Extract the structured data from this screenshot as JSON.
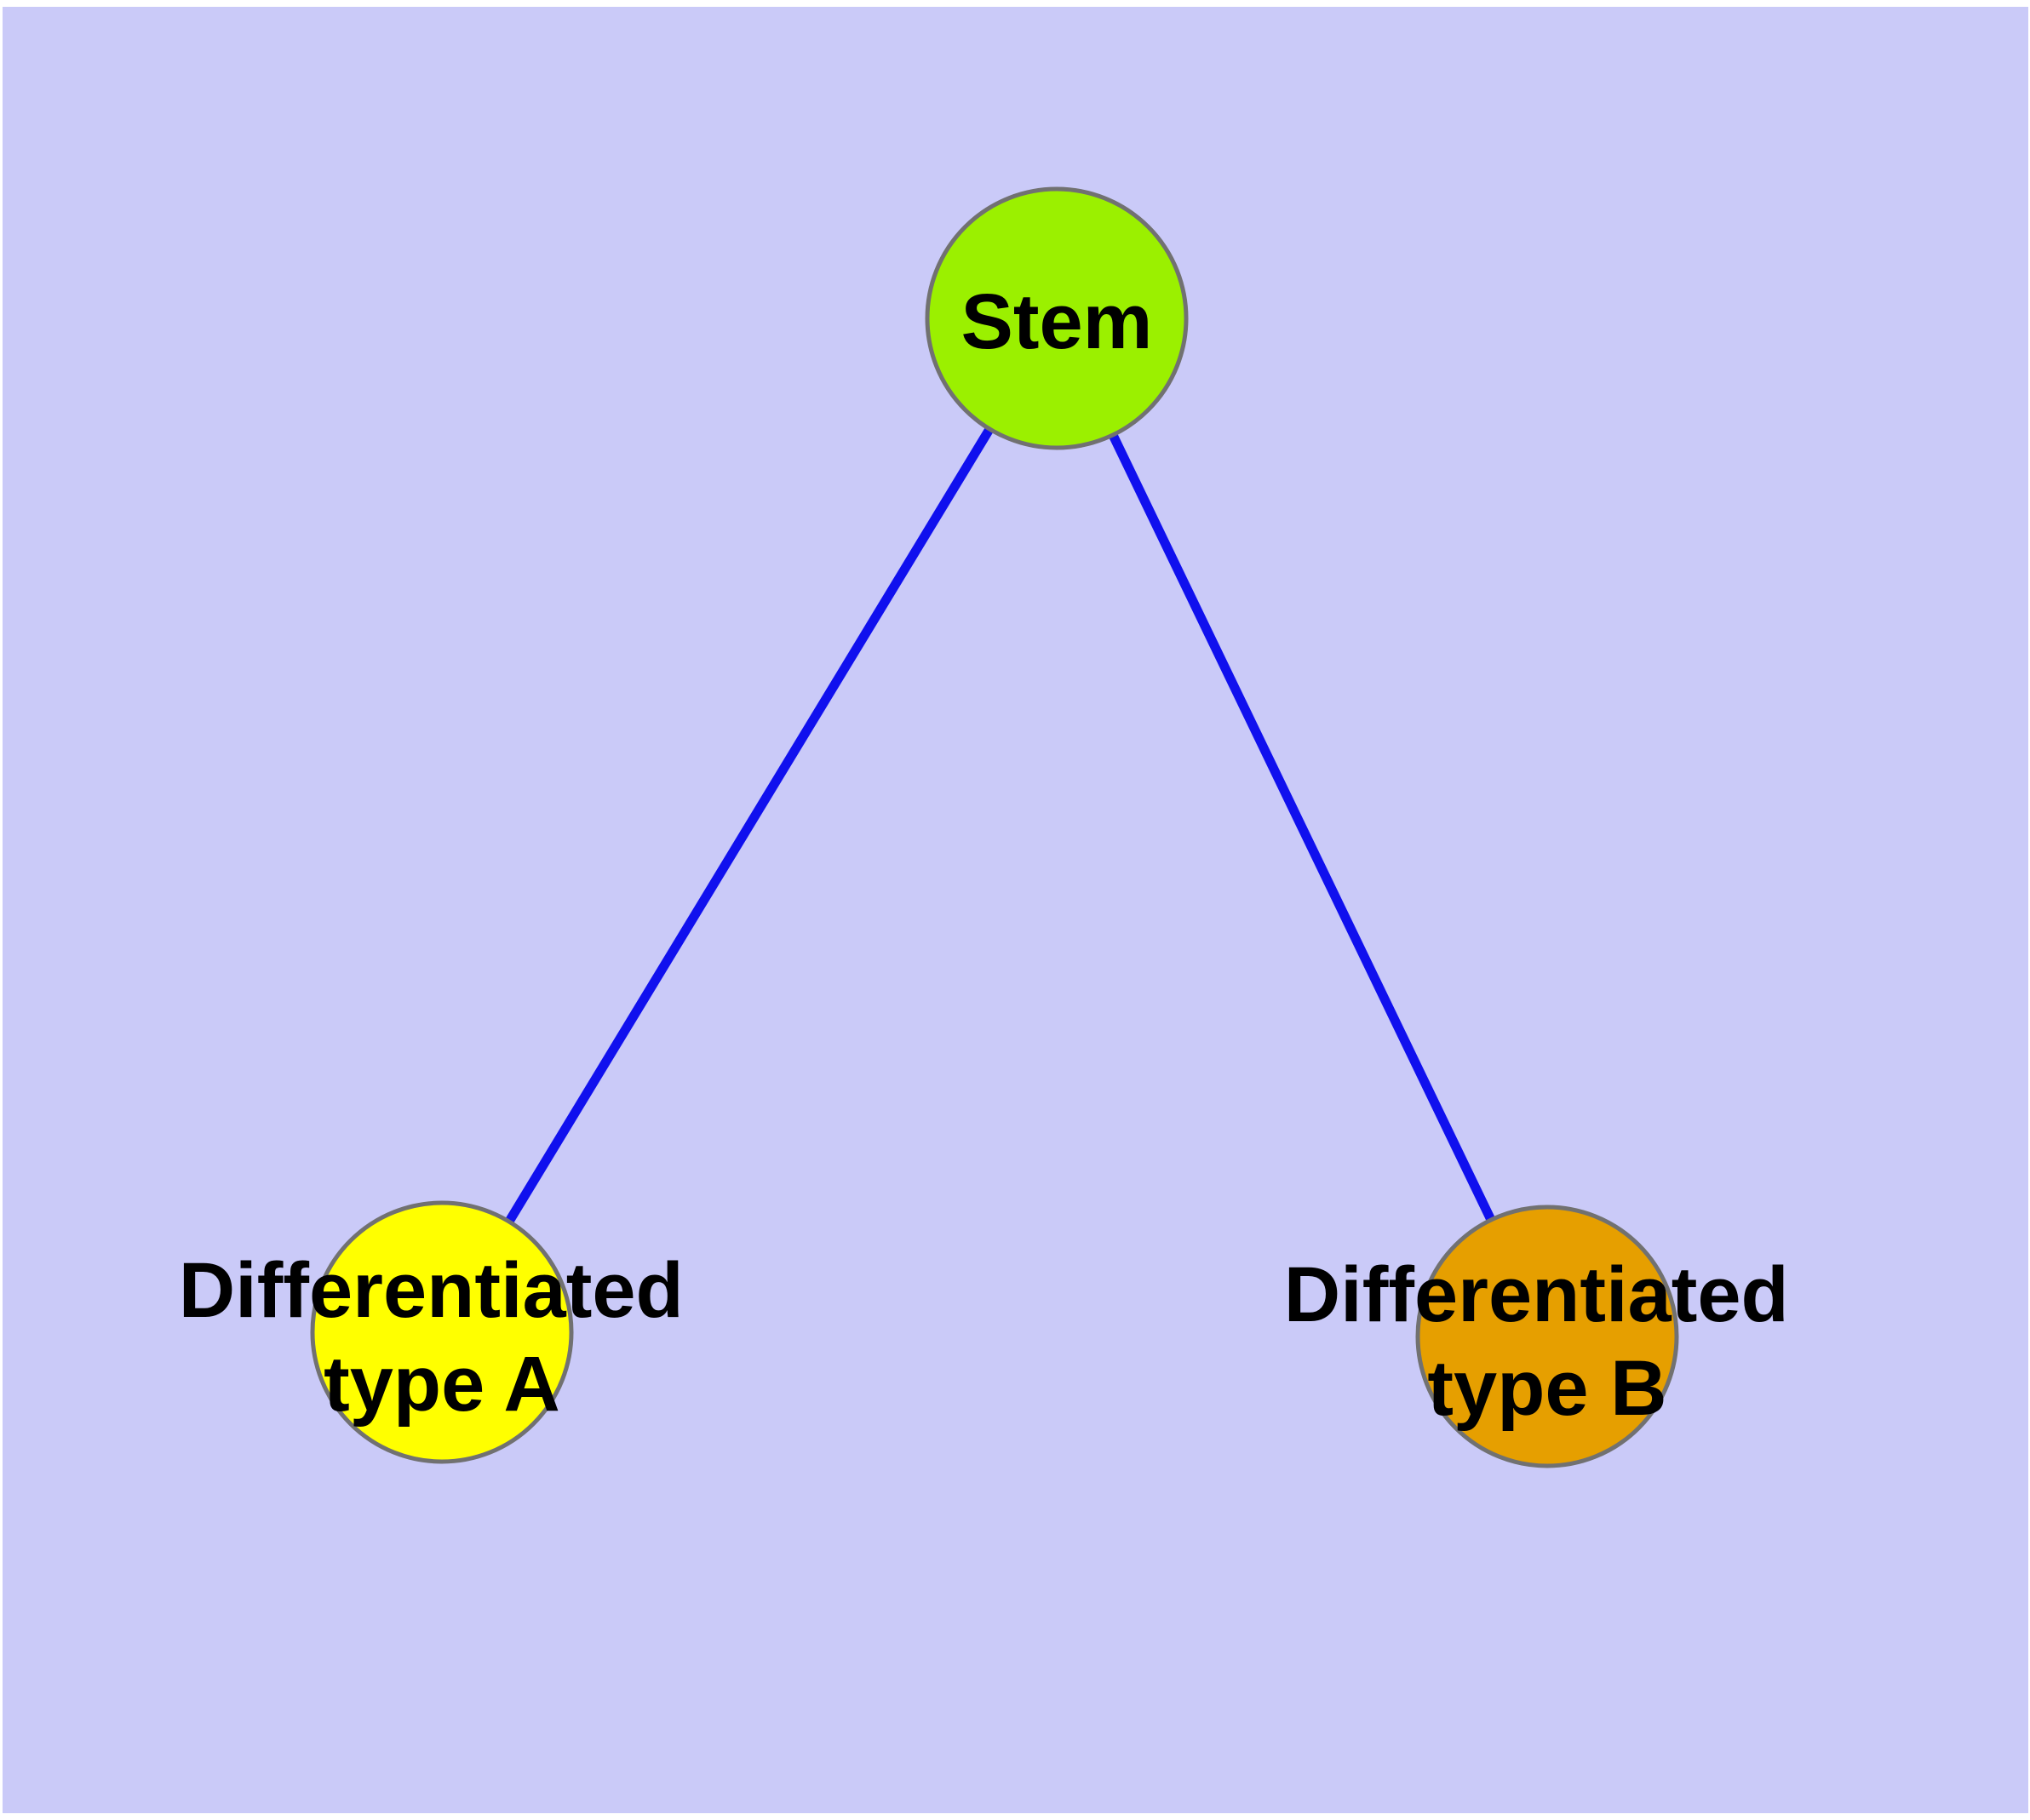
{
  "diagram": {
    "background_color": "#CACAF8",
    "frame_color": "#FFFFFF",
    "edge_color": "#1010EE",
    "node_border_color": "#717171",
    "label_color": "#000000",
    "nodes": [
      {
        "id": "stem",
        "label": "Stem",
        "label_lines": [
          "Stem"
        ],
        "color": "#9BF000"
      },
      {
        "id": "typeA",
        "label": "Differentiated type A",
        "label_lines": [
          "Differentiated",
          "type A"
        ],
        "color": "#FFFF00"
      },
      {
        "id": "typeB",
        "label": "Differentiated type B",
        "label_lines": [
          "Differentiated",
          "type B"
        ],
        "color": "#E69F00"
      }
    ],
    "edges": [
      {
        "from": "Stem",
        "to": "Differentiated type A"
      },
      {
        "from": "Stem",
        "to": "Differentiated type B"
      }
    ]
  }
}
